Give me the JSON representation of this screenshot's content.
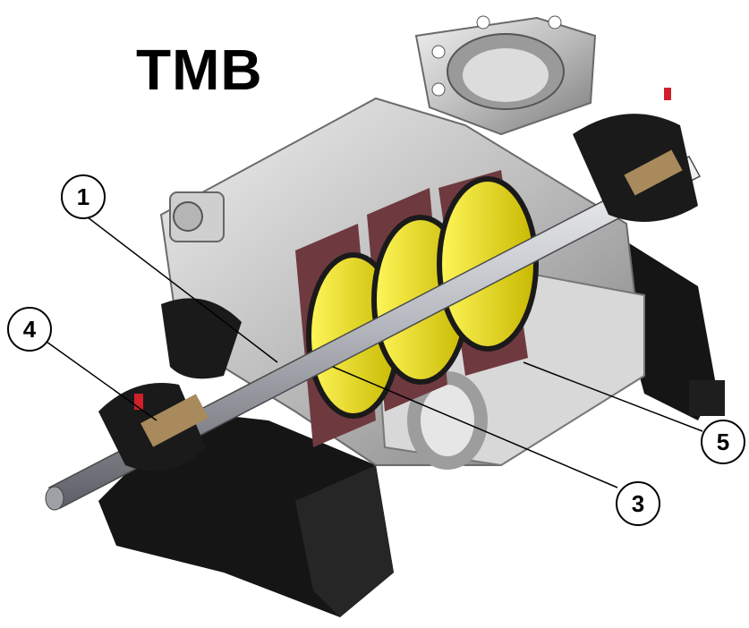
{
  "title": "TMB",
  "colors": {
    "casing": "#bfbfbf",
    "casing_dark": "#8a8a8a",
    "base": "#161616",
    "diffuser": "#6e3a3f",
    "impeller": "#e8e02a",
    "shaft": "#c9ccd2",
    "accent_red": "#d0202a",
    "accent_tan": "#a88a5c"
  },
  "callouts": [
    {
      "id": "1",
      "label": "1"
    },
    {
      "id": "3",
      "label": "3"
    },
    {
      "id": "4",
      "label": "4"
    },
    {
      "id": "5",
      "label": "5"
    }
  ]
}
